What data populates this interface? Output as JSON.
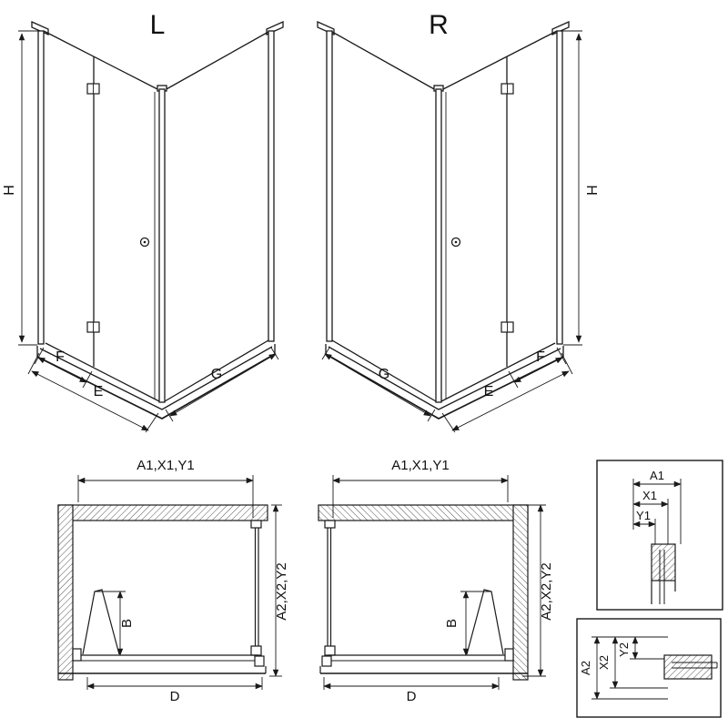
{
  "variants": {
    "left": "L",
    "right": "R"
  },
  "iso_dims": {
    "height": "H",
    "door_width": "F",
    "entry_width": "E",
    "side_width": "G"
  },
  "plan_dims": {
    "width_range": "A1,X1,Y1",
    "depth_range": "A2,X2,Y2",
    "fold_depth": "B",
    "entry": "D"
  },
  "detail_top_dims": {
    "a1": "A1",
    "x1": "X1",
    "y1": "Y1"
  },
  "detail_bottom_dims": {
    "a2": "A2",
    "x2": "X2",
    "y2": "Y2"
  },
  "colors": {
    "line": "#1a1a1a",
    "background": "#ffffff",
    "hatch": "#444444"
  }
}
